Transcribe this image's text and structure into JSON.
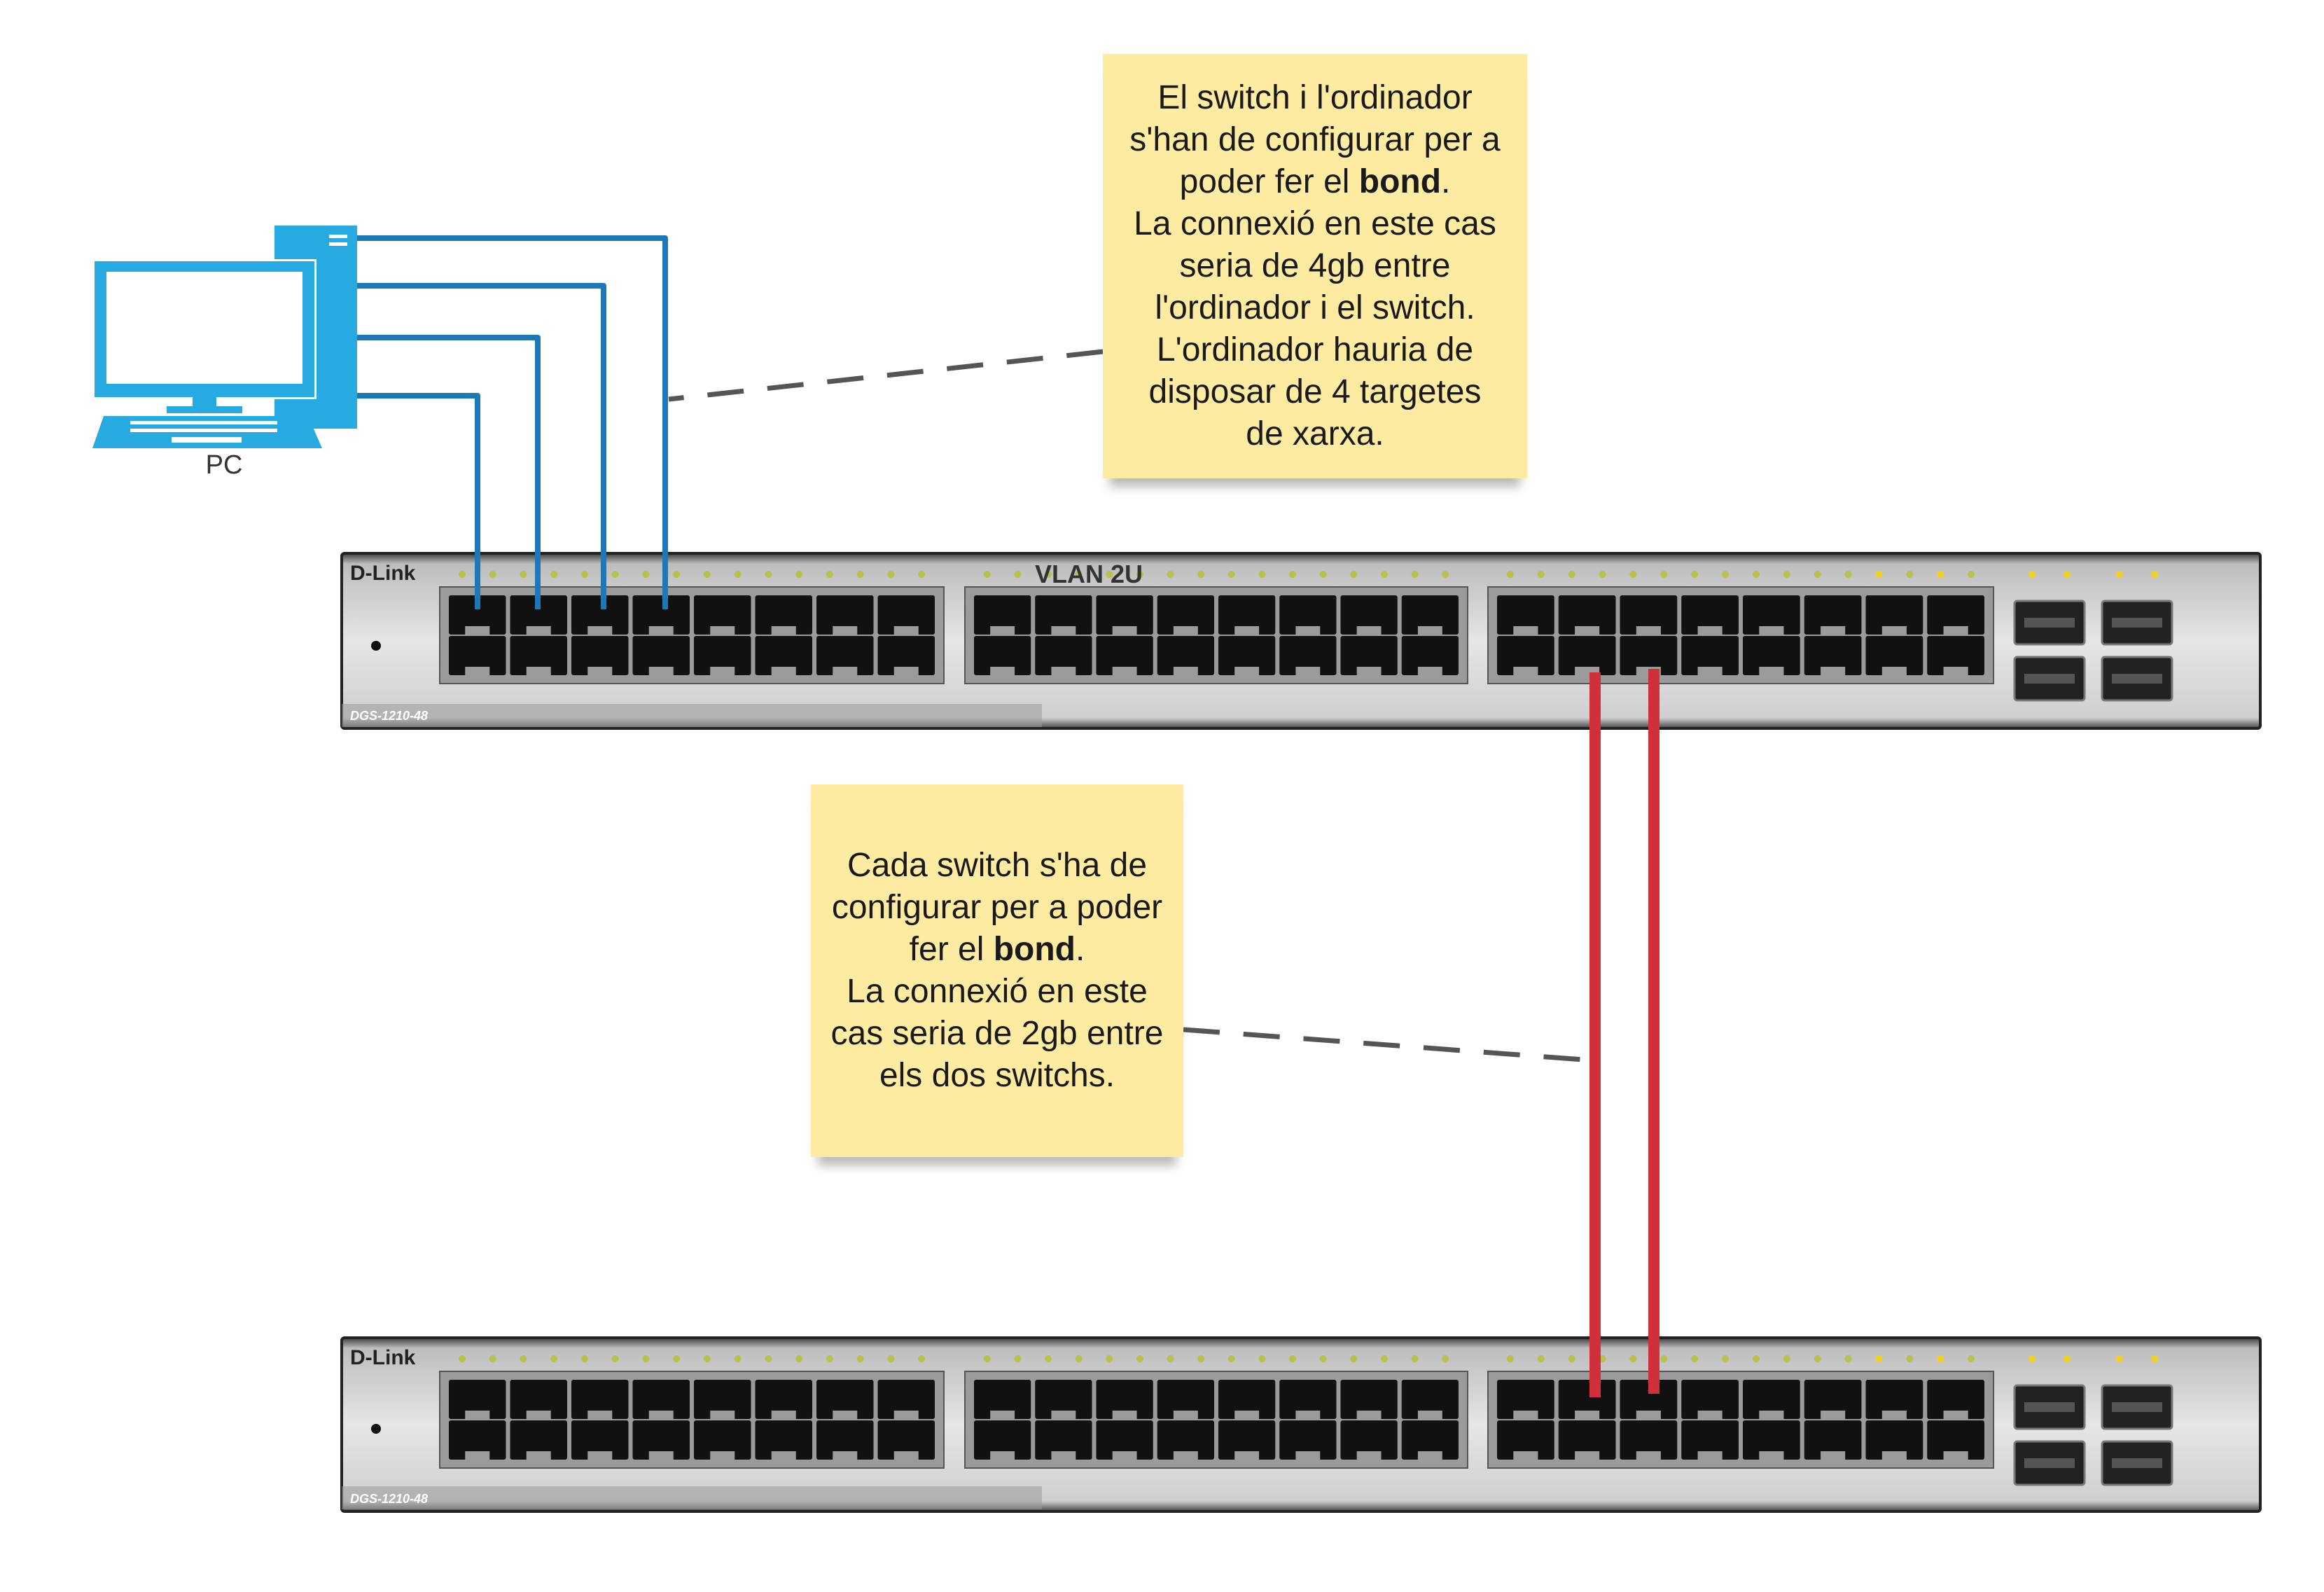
{
  "pc": {
    "label": "PC"
  },
  "vlan_label": "VLAN 2U",
  "switch_top": {
    "brand": "D-Link",
    "model": "DGS-1210-48"
  },
  "switch_bottom": {
    "brand": "D-Link",
    "model": "DGS-1210-48"
  },
  "note_top": {
    "l1": "El switch i l'ordinador",
    "l2": "s'han de configurar per a",
    "l3_pre": "poder fer el ",
    "l3_bold": "bond",
    "l3_post": ".",
    "l4": "La connexió en este cas",
    "l5": "seria de 4gb entre",
    "l6": "l'ordinador i el switch.",
    "l7": "L'ordinador hauria de",
    "l8": "disposar de 4 targetes",
    "l9": "de xarxa."
  },
  "note_mid": {
    "l1": "Cada switch s'ha de",
    "l2": "configurar per a poder",
    "l3_pre": "fer el ",
    "l3_bold": "bond",
    "l3_post": ".",
    "l4": "La connexió en este",
    "l5": "cas seria de 2gb entre",
    "l6": "els dos switchs."
  },
  "colors": {
    "pc_blue": "#27a9e1",
    "pc_cable": "#1b78b9",
    "switch_cable": "#d22f3c",
    "dash": "#555555",
    "note_bg": "#fdeba2"
  }
}
